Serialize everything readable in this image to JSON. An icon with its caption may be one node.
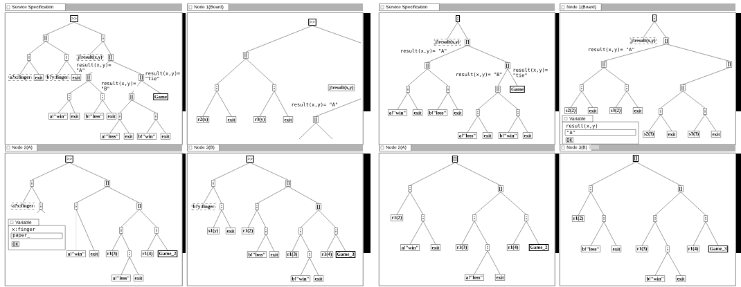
{
  "diagram": {
    "nodes": [
      {
        "text": [
          "Service Specification"
        ]
      },
      {
        "text": [
          ">>"
        ],
        "in": 0
      },
      {
        "text": [
          "|||"
        ],
        "in": 0
      },
      {
        "text": [
          ";"
        ],
        "in": 0
      },
      {
        "text": [
          ";"
        ],
        "in": 0
      },
      {
        "text": [
          ";"
        ],
        "in": 0
      },
      {
        "text": [
          "j!result(x,y)"
        ],
        "in": 0
      },
      {
        "text": [
          "[]"
        ],
        "in": 0
      },
      {
        "text": [
          "a?x:finger"
        ],
        "in": 0
      },
      {
        "text": [
          "exit"
        ],
        "in": 0
      },
      {
        "text": [
          "b?y:finger"
        ],
        "in": 0
      },
      {
        "text": [
          "exit"
        ],
        "in": 0
      },
      {
        "text": [
          "|||"
        ],
        "in": 0
      },
      {
        "text": [
          "[]"
        ],
        "in": 0
      },
      {
        "text": [
          ";"
        ],
        "in": 0
      },
      {
        "text": [
          ";"
        ],
        "in": 0
      },
      {
        "text": [
          "|||"
        ],
        "in": 0
      },
      {
        "text": [
          "Game"
        ],
        "in": 0
      },
      {
        "text": [
          "a!\"win\""
        ],
        "in": 0
      },
      {
        "text": [
          "exit"
        ],
        "in": 0
      },
      {
        "text": [
          "b!\"loss\""
        ],
        "in": 0
      },
      {
        "text": [
          "exit"
        ],
        "in": 0
      },
      {
        "text": [
          ";"
        ],
        "in": 0
      },
      {
        "text": [
          ";"
        ],
        "in": 0
      },
      {
        "text": [
          "a!\"loss\""
        ],
        "in": 0
      },
      {
        "text": [
          "exit"
        ],
        "in": 0
      },
      {
        "text": [
          "b!\"win\""
        ],
        "in": 0
      },
      {
        "text": [
          "exit"
        ],
        "in": 0
      },
      {
        "text": [
          "Node 1(Board)"
        ]
      },
      {
        "text": [
          ">>"
        ],
        "in": 28
      },
      {
        "text": [
          "|||"
        ],
        "in": 28
      },
      {
        "text": [
          ";"
        ],
        "in": 28
      },
      {
        "text": [
          ";"
        ],
        "in": 28
      },
      {
        "text": [
          "r2(x)"
        ],
        "in": 28
      },
      {
        "text": [
          "exit"
        ],
        "in": 28
      },
      {
        "text": [
          "r3(y)"
        ],
        "in": 28
      },
      {
        "text": [
          "exit"
        ],
        "in": 28
      },
      {
        "text": [
          "j!result(x,y)"
        ],
        "in": 28
      },
      {
        "text": [
          "|||"
        ],
        "in": 28
      },
      {
        "text": [
          "Node 2(A)"
        ]
      },
      {
        "text": [
          ">>"
        ],
        "in": 39
      },
      {
        "text": [
          ";"
        ],
        "in": 39
      },
      {
        "text": [
          "[]"
        ],
        "in": 39
      },
      {
        "text": [
          "a?x:finger"
        ],
        "in": 39
      },
      {
        "text": [
          ";"
        ],
        "in": 39
      },
      {
        "text": [
          ";"
        ],
        "in": 39
      },
      {
        "text": [
          "[]"
        ],
        "in": 39
      },
      {
        "text": [
          "a!\"win\""
        ],
        "in": 39
      },
      {
        "text": [
          "exit"
        ],
        "in": 39
      },
      {
        "text": [
          ";"
        ],
        "in": 39
      },
      {
        "text": [
          ";"
        ],
        "in": 39
      },
      {
        "text": [
          "r1(3)"
        ],
        "in": 39
      },
      {
        "text": [
          ";"
        ],
        "in": 39
      },
      {
        "text": [
          "r1(4)"
        ],
        "in": 39
      },
      {
        "text": [
          "Game_2"
        ],
        "in": 39
      },
      {
        "text": [
          "a!\"loss\""
        ],
        "in": 39
      },
      {
        "text": [
          "exit"
        ],
        "in": 39
      },
      {
        "text": [
          "Variable",
          "x:finger",
          "paper_",
          "OK"
        ],
        "in": 39
      },
      {
        "text": [
          "Node 3(B)"
        ]
      },
      {
        "text": [
          ">>"
        ],
        "in": 58
      },
      {
        "text": [
          ";"
        ],
        "in": 58
      },
      {
        "text": [
          "[]"
        ],
        "in": 58
      },
      {
        "text": [
          "b?y:finger"
        ],
        "in": 58
      },
      {
        "text": [
          ";"
        ],
        "in": 58
      },
      {
        "text": [
          ";"
        ],
        "in": 58
      },
      {
        "text": [
          "[]"
        ],
        "in": 58
      },
      {
        "text": [
          "s1(y)"
        ],
        "in": 58
      },
      {
        "text": [
          "exit"
        ],
        "in": 58
      },
      {
        "text": [
          "r1(2)"
        ],
        "in": 58
      },
      {
        "text": [
          ";"
        ],
        "in": 58
      },
      {
        "text": [
          ";"
        ],
        "in": 58
      },
      {
        "text": [
          ";"
        ],
        "in": 58
      },
      {
        "text": [
          "b!\"loss\""
        ],
        "in": 58
      },
      {
        "text": [
          "exit"
        ],
        "in": 58
      },
      {
        "text": [
          "r1(3)"
        ],
        "in": 58
      },
      {
        "text": [
          ";"
        ],
        "in": 58
      },
      {
        "text": [
          "r1(4)"
        ],
        "in": 58
      },
      {
        "text": [
          "Game_3"
        ],
        "in": 58
      },
      {
        "text": [
          "b!\"win\""
        ],
        "in": 58
      },
      {
        "text": [
          "exit"
        ],
        "in": 58
      },
      {
        "text": [
          "Service Specification"
        ]
      },
      {
        "text": [
          ";"
        ],
        "in": 80
      },
      {
        "text": [
          "j!result(x,y)"
        ],
        "in": 80
      },
      {
        "text": [
          "[]"
        ],
        "in": 80
      },
      {
        "text": [
          "|||"
        ],
        "in": 80
      },
      {
        "text": [
          "[]"
        ],
        "in": 80
      },
      {
        "text": [
          ";"
        ],
        "in": 80
      },
      {
        "text": [
          ";"
        ],
        "in": 80
      },
      {
        "text": [
          "|||"
        ],
        "in": 80
      },
      {
        "text": [
          "Game"
        ],
        "in": 80
      },
      {
        "text": [
          "a!\"win\""
        ],
        "in": 80
      },
      {
        "text": [
          "exit"
        ],
        "in": 80
      },
      {
        "text": [
          "b!\"loss\""
        ],
        "in": 80
      },
      {
        "text": [
          "exit"
        ],
        "in": 80
      },
      {
        "text": [
          ";"
        ],
        "in": 80
      },
      {
        "text": [
          ";"
        ],
        "in": 80
      },
      {
        "text": [
          "a!\"loss\""
        ],
        "in": 80
      },
      {
        "text": [
          "exit"
        ],
        "in": 80
      },
      {
        "text": [
          "b!\"win\""
        ],
        "in": 80
      },
      {
        "text": [
          "exit"
        ],
        "in": 80
      },
      {
        "text": [
          "Node 1(Board)"
        ]
      },
      {
        "text": [
          ";"
        ],
        "in": 100
      },
      {
        "text": [
          "j!result(x,y)"
        ],
        "in": 100
      },
      {
        "text": [
          "[]"
        ],
        "in": 100
      },
      {
        "text": [
          "|||"
        ],
        "in": 100
      },
      {
        "text": [
          "[]"
        ],
        "in": 100
      },
      {
        "text": [
          ";"
        ],
        "in": 100
      },
      {
        "text": [
          ";"
        ],
        "in": 100
      },
      {
        "text": [
          "|||"
        ],
        "in": 100
      },
      {
        "text": [
          "s2(2)"
        ],
        "in": 100
      },
      {
        "text": [
          "exit"
        ],
        "in": 100
      },
      {
        "text": [
          "s3(2)"
        ],
        "in": 100
      },
      {
        "text": [
          "exit"
        ],
        "in": 100
      },
      {
        "text": [
          ";"
        ],
        "in": 100
      },
      {
        "text": [
          ";"
        ],
        "in": 100
      },
      {
        "text": [
          "s2(3)"
        ],
        "in": 100
      },
      {
        "text": [
          "exit"
        ],
        "in": 100
      },
      {
        "text": [
          "s3(3)"
        ],
        "in": 100
      },
      {
        "text": [
          "exit"
        ],
        "in": 100
      },
      {
        "text": [
          "Variable",
          "result(x,y)",
          "\"A\"",
          "OK"
        ],
        "in": 100
      },
      {
        "text": [
          "Node 2(A)"
        ]
      },
      {
        "text": [
          "[]"
        ],
        "in": 120
      },
      {
        "text": [
          ";"
        ],
        "in": 120
      },
      {
        "text": [
          "[]"
        ],
        "in": 120
      },
      {
        "text": [
          "r1(2)"
        ],
        "in": 120
      },
      {
        "text": [
          ";"
        ],
        "in": 120
      },
      {
        "text": [
          ";"
        ],
        "in": 120
      },
      {
        "text": [
          ";"
        ],
        "in": 120
      },
      {
        "text": [
          "a!\"win\""
        ],
        "in": 120
      },
      {
        "text": [
          "exit"
        ],
        "in": 120
      },
      {
        "text": [
          "r1(3)"
        ],
        "in": 120
      },
      {
        "text": [
          ";"
        ],
        "in": 120
      },
      {
        "text": [
          "r1(4)"
        ],
        "in": 120
      },
      {
        "text": [
          "Game_2"
        ],
        "in": 120
      },
      {
        "text": [
          "a!\"loss\""
        ],
        "in": 120
      },
      {
        "text": [
          "exit"
        ],
        "in": 120
      },
      {
        "text": [
          "Node 3(B)"
        ]
      },
      {
        "text": [
          "[]"
        ],
        "in": 136
      },
      {
        "text": [
          ";"
        ],
        "in": 136
      },
      {
        "text": [
          "[]"
        ],
        "in": 136
      },
      {
        "text": [
          "r1(2)"
        ],
        "in": 136
      },
      {
        "text": [
          ";"
        ],
        "in": 136
      },
      {
        "text": [
          ";"
        ],
        "in": 136
      },
      {
        "text": [
          ";"
        ],
        "in": 136
      },
      {
        "text": [
          "b!\"loss\""
        ],
        "in": 136
      },
      {
        "text": [
          "exit"
        ],
        "in": 136
      },
      {
        "text": [
          "r1(3)"
        ],
        "in": 136
      },
      {
        "text": [
          ";"
        ],
        "in": 136
      },
      {
        "text": [
          "r1(4)"
        ],
        "in": 136
      },
      {
        "text": [
          "Game_3"
        ],
        "in": 136
      },
      {
        "text": [
          "b!\"win\""
        ],
        "in": 136
      },
      {
        "text": [
          "exit"
        ],
        "in": 136
      }
    ],
    "edges": [
      {
        "from": 1,
        "to": 2,
        "arrow": "none"
      },
      {
        "from": 1,
        "to": 3,
        "arrow": "none"
      },
      {
        "from": 2,
        "to": 4,
        "arrow": "none"
      },
      {
        "from": 2,
        "to": 5,
        "arrow": "none"
      },
      {
        "from": 3,
        "to": 6,
        "arrow": "none"
      },
      {
        "from": 3,
        "to": 7,
        "arrow": "none"
      },
      {
        "from": 4,
        "to": 8,
        "arrow": "none"
      },
      {
        "from": 4,
        "to": 9,
        "arrow": "none"
      },
      {
        "from": 5,
        "to": 10,
        "arrow": "none"
      },
      {
        "from": 5,
        "to": 11,
        "arrow": "none"
      },
      {
        "from": 7,
        "to": 12,
        "arrow": "none",
        "label": "result(x,y)= \"A\""
      },
      {
        "from": 7,
        "to": 13,
        "arrow": "none"
      },
      {
        "from": 12,
        "to": 14,
        "arrow": "none"
      },
      {
        "from": 12,
        "to": 15,
        "arrow": "none"
      },
      {
        "from": 13,
        "to": 16,
        "arrow": "none",
        "label": "result(x,y)= \"B\""
      },
      {
        "from": 13,
        "to": 17,
        "arrow": "none",
        "label": "result(x,y)= \"tie\""
      },
      {
        "from": 14,
        "to": 18,
        "arrow": "none"
      },
      {
        "from": 14,
        "to": 19,
        "arrow": "none"
      },
      {
        "from": 15,
        "to": 20,
        "arrow": "none"
      },
      {
        "from": 15,
        "to": 21,
        "arrow": "none"
      },
      {
        "from": 16,
        "to": 22,
        "arrow": "none"
      },
      {
        "from": 16,
        "to": 23,
        "arrow": "none"
      },
      {
        "from": 22,
        "to": 24,
        "arrow": "none"
      },
      {
        "from": 22,
        "to": 25,
        "arrow": "none"
      },
      {
        "from": 23,
        "to": 26,
        "arrow": "none"
      },
      {
        "from": 23,
        "to": 27,
        "arrow": "none"
      },
      {
        "from": 29,
        "to": 30,
        "arrow": "none"
      },
      {
        "from": 30,
        "to": 31,
        "arrow": "none"
      },
      {
        "from": 30,
        "to": 32,
        "arrow": "none"
      },
      {
        "from": 31,
        "to": 33,
        "arrow": "none"
      },
      {
        "from": 31,
        "to": 34,
        "arrow": "none"
      },
      {
        "from": 32,
        "to": 35,
        "arrow": "none"
      },
      {
        "from": 32,
        "to": 36,
        "arrow": "none"
      },
      {
        "from": 29,
        "to": null,
        "arrow": "none"
      },
      {
        "from": null,
        "to": 38,
        "arrow": "none",
        "label": "result(x,y)= \"A\""
      },
      {
        "from": 38,
        "to": null,
        "arrow": "none"
      },
      {
        "from": 38,
        "to": null,
        "arrow": "none"
      },
      {
        "from": 40,
        "to": 41,
        "arrow": "none"
      },
      {
        "from": 40,
        "to": 42,
        "arrow": "none"
      },
      {
        "from": 41,
        "to": 43,
        "arrow": "none"
      },
      {
        "from": 41,
        "to": 44,
        "arrow": "none"
      },
      {
        "from": 42,
        "to": 45,
        "arrow": "none"
      },
      {
        "from": 42,
        "to": 46,
        "arrow": "none"
      },
      {
        "from": 44,
        "to": null,
        "arrow": "none"
      },
      {
        "from": 44,
        "to": null,
        "arrow": "none"
      },
      {
        "from": 45,
        "to": 47,
        "arrow": "none"
      },
      {
        "from": 45,
        "to": 48,
        "arrow": "none"
      },
      {
        "from": 46,
        "to": 49,
        "arrow": "none"
      },
      {
        "from": 46,
        "to": 50,
        "arrow": "none"
      },
      {
        "from": 49,
        "to": 51,
        "arrow": "none"
      },
      {
        "from": 49,
        "to": 52,
        "arrow": "none"
      },
      {
        "from": 52,
        "to": 55,
        "arrow": "none"
      },
      {
        "from": 52,
        "to": 56,
        "arrow": "none"
      },
      {
        "from": 50,
        "to": 53,
        "arrow": "none"
      },
      {
        "from": 50,
        "to": 54,
        "arrow": "none"
      },
      {
        "from": 59,
        "to": 60,
        "arrow": "none"
      },
      {
        "from": 59,
        "to": 61,
        "arrow": "none"
      },
      {
        "from": 60,
        "to": 62,
        "arrow": "none"
      },
      {
        "from": 60,
        "to": 63,
        "arrow": "none"
      },
      {
        "from": 61,
        "to": 64,
        "arrow": "none"
      },
      {
        "from": 61,
        "to": 65,
        "arrow": "none"
      },
      {
        "from": 63,
        "to": 66,
        "arrow": "none"
      },
      {
        "from": 63,
        "to": 67,
        "arrow": "none"
      },
      {
        "from": 64,
        "to": 68,
        "arrow": "none"
      },
      {
        "from": 64,
        "to": 69,
        "arrow": "none"
      },
      {
        "from": 65,
        "to": 70,
        "arrow": "none"
      },
      {
        "from": 65,
        "to": 71,
        "arrow": "none"
      },
      {
        "from": 69,
        "to": 72,
        "arrow": "none"
      },
      {
        "from": 69,
        "to": 73,
        "arrow": "none"
      },
      {
        "from": 70,
        "to": 74,
        "arrow": "none"
      },
      {
        "from": 70,
        "to": 75,
        "arrow": "none"
      },
      {
        "from": 71,
        "to": 76,
        "arrow": "none"
      },
      {
        "from": 71,
        "to": 77,
        "arrow": "none"
      },
      {
        "from": 75,
        "to": 78,
        "arrow": "none"
      },
      {
        "from": 75,
        "to": 79,
        "arrow": "none"
      },
      {
        "from": 81,
        "to": 82,
        "arrow": "none"
      },
      {
        "from": 81,
        "to": 83,
        "arrow": "none"
      },
      {
        "from": 83,
        "to": 84,
        "arrow": "none",
        "label": "result(x,y)= \"A\""
      },
      {
        "from": 83,
        "to": 85,
        "arrow": "none"
      },
      {
        "from": 84,
        "to": 86,
        "arrow": "none"
      },
      {
        "from": 84,
        "to": 87,
        "arrow": "none"
      },
      {
        "from": 85,
        "to": 88,
        "arrow": "none",
        "label": "result(x,y)= \"B\""
      },
      {
        "from": 85,
        "to": 89,
        "arrow": "none",
        "label": "result(x,y)= \"tie\""
      },
      {
        "from": 86,
        "to": 90,
        "arrow": "none"
      },
      {
        "from": 86,
        "to": 91,
        "arrow": "none"
      },
      {
        "from": 87,
        "to": 92,
        "arrow": "none"
      },
      {
        "from": 87,
        "to": 93,
        "arrow": "none"
      },
      {
        "from": 88,
        "to": 94,
        "arrow": "none"
      },
      {
        "from": 88,
        "to": 95,
        "arrow": "none"
      },
      {
        "from": 94,
        "to": 96,
        "arrow": "none"
      },
      {
        "from": 94,
        "to": 97,
        "arrow": "none"
      },
      {
        "from": 95,
        "to": 98,
        "arrow": "none"
      },
      {
        "from": 95,
        "to": 99,
        "arrow": "none"
      },
      {
        "from": 101,
        "to": 102,
        "arrow": "none"
      },
      {
        "from": 101,
        "to": 103,
        "arrow": "none"
      },
      {
        "from": 103,
        "to": 104,
        "arrow": "none",
        "label": "result(x,y)= \"A\""
      },
      {
        "from": 103,
        "to": 105,
        "arrow": "none"
      },
      {
        "from": 104,
        "to": 106,
        "arrow": "none"
      },
      {
        "from": 104,
        "to": 107,
        "arrow": "none"
      },
      {
        "from": 105,
        "to": 108,
        "arrow": "none"
      },
      {
        "from": 106,
        "to": 109,
        "arrow": "none"
      },
      {
        "from": 106,
        "to": 110,
        "arrow": "none"
      },
      {
        "from": 107,
        "to": 111,
        "arrow": "none"
      },
      {
        "from": 107,
        "to": 112,
        "arrow": "none"
      },
      {
        "from": 108,
        "to": 113,
        "arrow": "none"
      },
      {
        "from": 108,
        "to": 114,
        "arrow": "none"
      },
      {
        "from": 113,
        "to": 115,
        "arrow": "none"
      },
      {
        "from": 113,
        "to": 116,
        "arrow": "none"
      },
      {
        "from": 114,
        "to": 117,
        "arrow": "none"
      },
      {
        "from": 114,
        "to": 118,
        "arrow": "none"
      },
      {
        "from": 121,
        "to": 122,
        "arrow": "none"
      },
      {
        "from": 121,
        "to": 123,
        "arrow": "none"
      },
      {
        "from": 122,
        "to": 124,
        "arrow": "none"
      },
      {
        "from": 122,
        "to": 125,
        "arrow": "none"
      },
      {
        "from": 123,
        "to": 126,
        "arrow": "none"
      },
      {
        "from": 123,
        "to": 127,
        "arrow": "none"
      },
      {
        "from": 125,
        "to": 128,
        "arrow": "none"
      },
      {
        "from": 125,
        "to": 129,
        "arrow": "none"
      },
      {
        "from": 126,
        "to": 130,
        "arrow": "none"
      },
      {
        "from": 126,
        "to": 131,
        "arrow": "none"
      },
      {
        "from": 127,
        "to": 132,
        "arrow": "none"
      },
      {
        "from": 127,
        "to": 133,
        "arrow": "none"
      },
      {
        "from": 131,
        "to": 134,
        "arrow": "none"
      },
      {
        "from": 131,
        "to": 135,
        "arrow": "none"
      },
      {
        "from": 137,
        "to": 138,
        "arrow": "none"
      },
      {
        "from": 137,
        "to": 139,
        "arrow": "none"
      },
      {
        "from": 138,
        "to": 140,
        "arrow": "none"
      },
      {
        "from": 138,
        "to": 141,
        "arrow": "none"
      },
      {
        "from": 139,
        "to": 142,
        "arrow": "none"
      },
      {
        "from": 139,
        "to": 143,
        "arrow": "none"
      },
      {
        "from": 141,
        "to": 144,
        "arrow": "none"
      },
      {
        "from": 141,
        "to": 145,
        "arrow": "none"
      },
      {
        "from": 142,
        "to": 146,
        "arrow": "none"
      },
      {
        "from": 142,
        "to": 147,
        "arrow": "none"
      },
      {
        "from": 143,
        "to": 148,
        "arrow": "none"
      },
      {
        "from": 143,
        "to": 149,
        "arrow": "none"
      },
      {
        "from": 147,
        "to": 150,
        "arrow": "none"
      },
      {
        "from": 147,
        "to": 151,
        "arrow": "none"
      }
    ]
  }
}
